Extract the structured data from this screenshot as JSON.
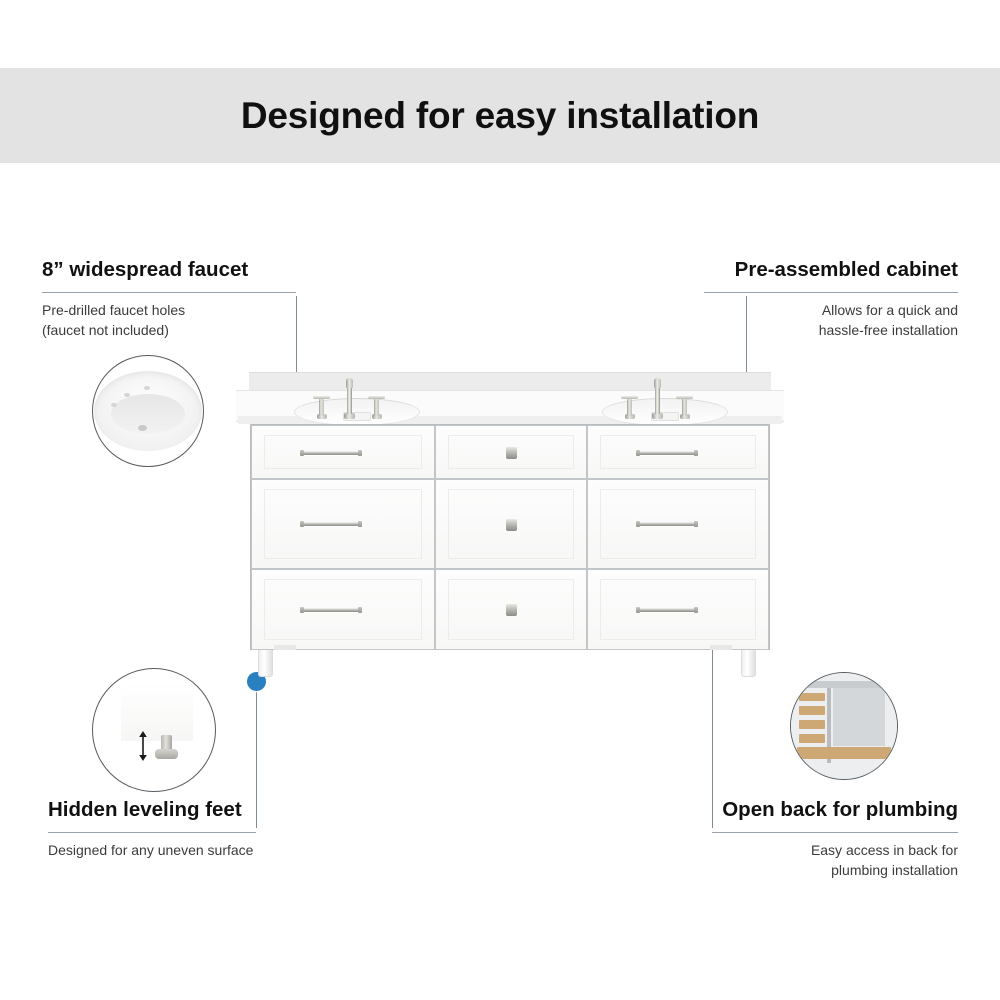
{
  "header": {
    "title": "Designed for easy installation",
    "band_color": "#e3e3e3"
  },
  "accent_color": "#2a7fc1",
  "leader_color": "#7e8c99",
  "callouts": [
    {
      "id": "faucet",
      "title": "8” widespread faucet",
      "subtitle": "Pre-drilled faucet holes\n(faucet not included)",
      "align": "left",
      "inset_icon": "sink-basin-holes-inset"
    },
    {
      "id": "cabinet",
      "title": "Pre-assembled cabinet",
      "subtitle": "Allows for  a quick and\nhassle-free installation",
      "align": "right",
      "inset_icon": null
    },
    {
      "id": "leveling-feet",
      "title": "Hidden leveling feet",
      "subtitle": "Designed for any uneven surface",
      "align": "left",
      "inset_icon": "leveling-foot-inset"
    },
    {
      "id": "open-back",
      "title": "Open back for plumbing",
      "subtitle": "Easy access in back for\nplumbing installation",
      "align": "right",
      "inset_icon": "open-back-cabinet-inset"
    }
  ],
  "product": {
    "name": "double-sink-vanity",
    "top_material_color": "#fbfbfb",
    "cabinet_color": "#fdfdfd",
    "hardware_color": "#b5b3ad",
    "drawer_rows": 3,
    "drawer_columns": 3,
    "sinks": 2,
    "faucets": 2,
    "legs": 2
  }
}
